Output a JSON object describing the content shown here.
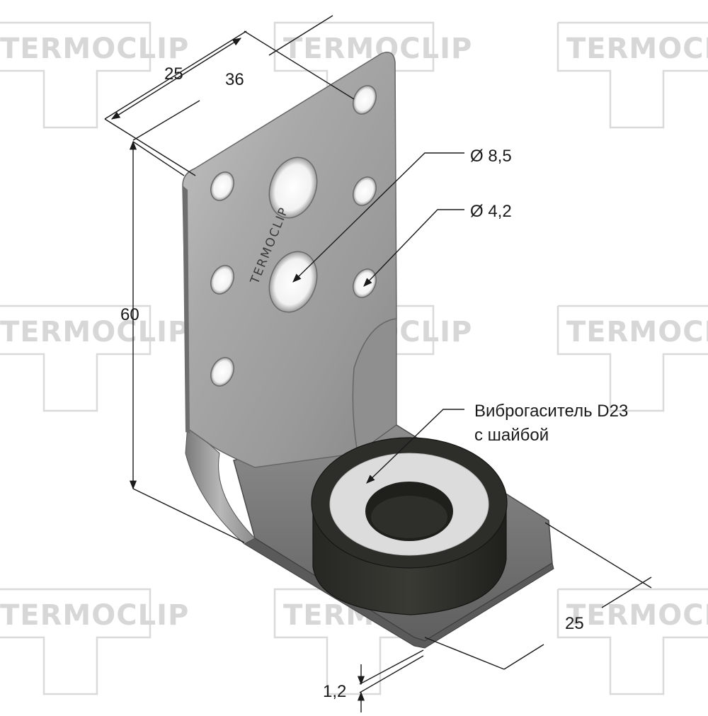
{
  "watermark": {
    "text": "TERMOCLIP"
  },
  "part": {
    "engraving": "TERMOCLIP"
  },
  "dimensions": {
    "width_top": "25",
    "width_top2": "36",
    "height": "60",
    "base_depth": "25",
    "thickness": "1,2"
  },
  "callouts": {
    "hole_large": "Ø 8,5",
    "hole_small": "Ø 4,2",
    "damper_line1": "Виброгаситель D23",
    "damper_line2": "с шайбой"
  },
  "colors": {
    "steel_light": "#c9c9c9",
    "steel_dark": "#7e7e7e",
    "rubber": "#2e2e2a",
    "washer": "#dcdcdc",
    "watermark": "#d7d7d7"
  }
}
